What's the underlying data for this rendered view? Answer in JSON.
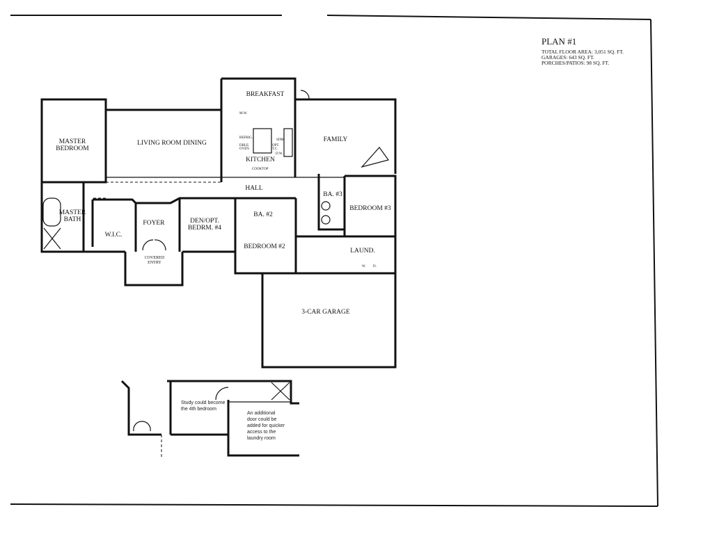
{
  "plan": {
    "title": "PLAN #1",
    "lines": [
      "TOTAL FLOOR AREA:   3,051 SQ. FT.",
      "GARAGES:   643 SQ. FT.",
      "PORCHES/PATIOS:   98 SQ. FT."
    ]
  },
  "rooms": {
    "master_bedroom": [
      "MASTER",
      "BEDROOM"
    ],
    "living_dining": "LIVING ROOM DINING",
    "breakfast": "BREAKFAST",
    "kitchen": "KITCHEN",
    "family": "FAMILY",
    "hall": "HALL",
    "master_bath": [
      "MASTER",
      "BATH"
    ],
    "wic": "W.I.C.",
    "foyer": "FOYER",
    "den": [
      "DEN/OPT.",
      "BEDRM. #4"
    ],
    "covered_entry": [
      "COVERED",
      "ENTRY"
    ],
    "bedroom2": "BEDROOM #2",
    "ba2": "BA. #2",
    "ba3": "BA. #3",
    "bedroom3": "BEDROOM #3",
    "laund": "LAUND.",
    "garage": "3-CAR GARAGE"
  },
  "fixtures": {
    "mw": "M.W.",
    "refrig": "REFRIG.",
    "dbl_oven": [
      "DBLE.",
      "OVEN"
    ],
    "sink": "SINK",
    "opt_tc": [
      "OPT.",
      "T.C."
    ],
    "dw": "D.W.",
    "cooktop": "COOKTOP",
    "washer": "W.",
    "dryer": "D."
  },
  "notes": {
    "study": [
      "Study could become",
      "the 4th bedroom"
    ],
    "door": [
      "An additional",
      "door could be",
      "added for quicker",
      "access to the",
      "laundry room"
    ]
  }
}
